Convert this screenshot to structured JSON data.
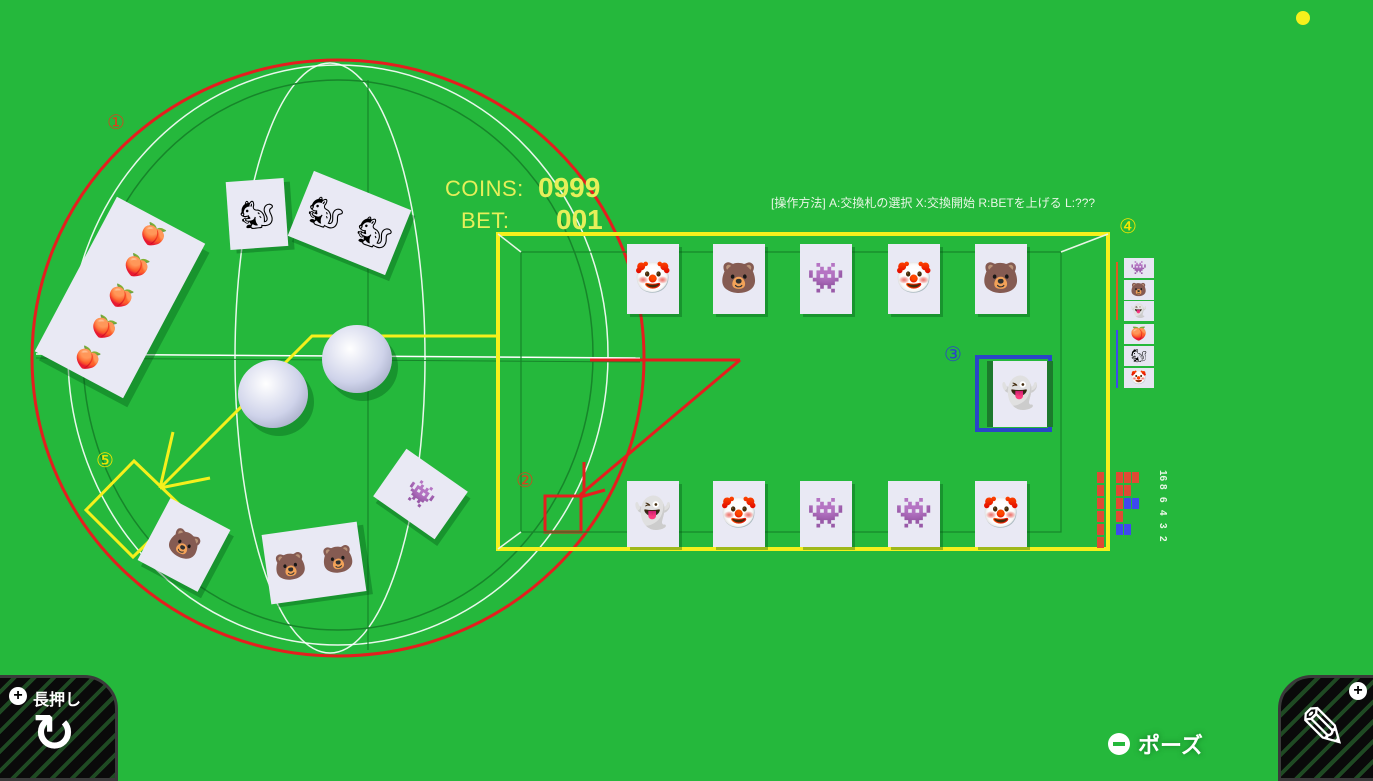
{
  "hud": {
    "coins_label": "COINS:",
    "coins_value": "0999",
    "bet_label": "BET:",
    "bet_value": "001"
  },
  "controls_text": "[操作方法] A:交換札の選択 X:交換開始 R:BETを上げる L:???",
  "annotations": {
    "m1": "①",
    "m2": "②",
    "m3": "③",
    "m4": "④",
    "m5": "⑤"
  },
  "roulette": {
    "segments": [
      {
        "name": "radish-x5",
        "icon": "🍑",
        "count": 5
      },
      {
        "name": "squirrel-x1",
        "icon": "🐿",
        "count": 1
      },
      {
        "name": "squirrel-x2",
        "icon": "🐿",
        "count": 2
      },
      {
        "name": "purple-monster-x1",
        "icon": "👾",
        "count": 1
      },
      {
        "name": "bear-x2",
        "icon": "🐻",
        "count": 2
      },
      {
        "name": "bear-x1",
        "icon": "🐻",
        "count": 1
      }
    ],
    "balls": 2
  },
  "dealer_hand": [
    {
      "name": "orange-clown",
      "icon": "🤡"
    },
    {
      "name": "brown-bear",
      "icon": "🐻"
    },
    {
      "name": "purple-monster",
      "icon": "👾"
    },
    {
      "name": "orange-clown",
      "icon": "🤡"
    },
    {
      "name": "brown-bear",
      "icon": "🐻"
    }
  ],
  "player_hand": [
    {
      "name": "white-ghost",
      "icon": "👻"
    },
    {
      "name": "orange-clown",
      "icon": "🤡"
    },
    {
      "name": "purple-monster",
      "icon": "👾"
    },
    {
      "name": "purple-monster",
      "icon": "👾"
    },
    {
      "name": "orange-clown",
      "icon": "🤡"
    }
  ],
  "selected_card": {
    "name": "white-ghost",
    "icon": "👻"
  },
  "rank_list": [
    {
      "name": "purple-monster",
      "icon": "👾"
    },
    {
      "name": "brown-bear",
      "icon": "🐻"
    },
    {
      "name": "white-ghost",
      "icon": "👻"
    },
    {
      "name": "pink-radish",
      "icon": "🍑"
    },
    {
      "name": "teal-squirrel",
      "icon": "🐿"
    },
    {
      "name": "orange-clown",
      "icon": "🤡"
    }
  ],
  "payout_table": {
    "multipliers": [
      "16",
      "8",
      "6",
      "4",
      "3",
      "2"
    ]
  },
  "buttons": {
    "restart_hint": "長押し",
    "restart_icon": "↻",
    "pause_label": "ポーズ",
    "edit_icon": "✎"
  },
  "colors": {
    "background": "#25b83c",
    "hud_yellow": "#e6ef5a",
    "annotation_red": "#e51e1e",
    "annotation_yellow": "#f5e600",
    "annotation_blue": "#2a45c8"
  }
}
